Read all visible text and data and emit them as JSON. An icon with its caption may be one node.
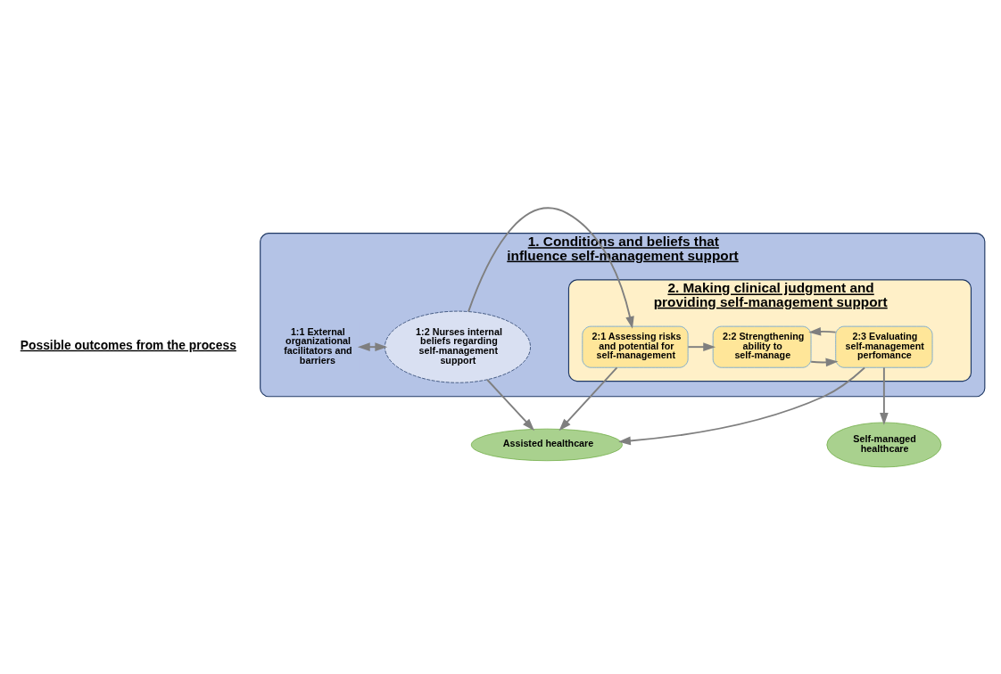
{
  "diagram": {
    "nodes": [
      {
        "text": [
          "1. Conditions and beliefs that influence self-management support"
        ]
      },
      {
        "text": [
          "1:1 External organizational facilitators and barriers"
        ],
        "in": 0
      },
      {
        "text": [
          "1:2 Nurses internal beliefs regarding self-management support"
        ],
        "in": 0
      },
      {
        "text": [
          "2. Making clinical judgment and providing self-management support"
        ],
        "in": 0
      },
      {
        "text": [
          "2:1 Assessing risks and potential for self-management"
        ],
        "in": 3
      },
      {
        "text": [
          "2:2 Strengthening ability to self-manage"
        ],
        "in": 3
      },
      {
        "text": [
          "2:3 Evaluating self-management perfomance"
        ],
        "in": 3
      },
      {
        "text": [
          "Assisted healthcare"
        ]
      },
      {
        "text": [
          "Self-managed healthcare"
        ]
      }
    ],
    "edges": [
      {
        "from": 1,
        "to": 2,
        "arrow": "both"
      },
      {
        "from": 2,
        "to": 4,
        "arrow": "to"
      },
      {
        "from": 4,
        "to": 5,
        "arrow": "to"
      },
      {
        "from": 5,
        "to": 6,
        "arrow": "to"
      },
      {
        "from": 6,
        "to": 5,
        "arrow": "to"
      },
      {
        "from": 2,
        "to": 7,
        "arrow": "to"
      },
      {
        "from": 4,
        "to": 7,
        "arrow": "to"
      },
      {
        "from": 6,
        "to": 7,
        "arrow": "to"
      },
      {
        "from": 6,
        "to": 8,
        "arrow": "to"
      }
    ],
    "labels": [
      "Possible outcomes from the process"
    ]
  }
}
